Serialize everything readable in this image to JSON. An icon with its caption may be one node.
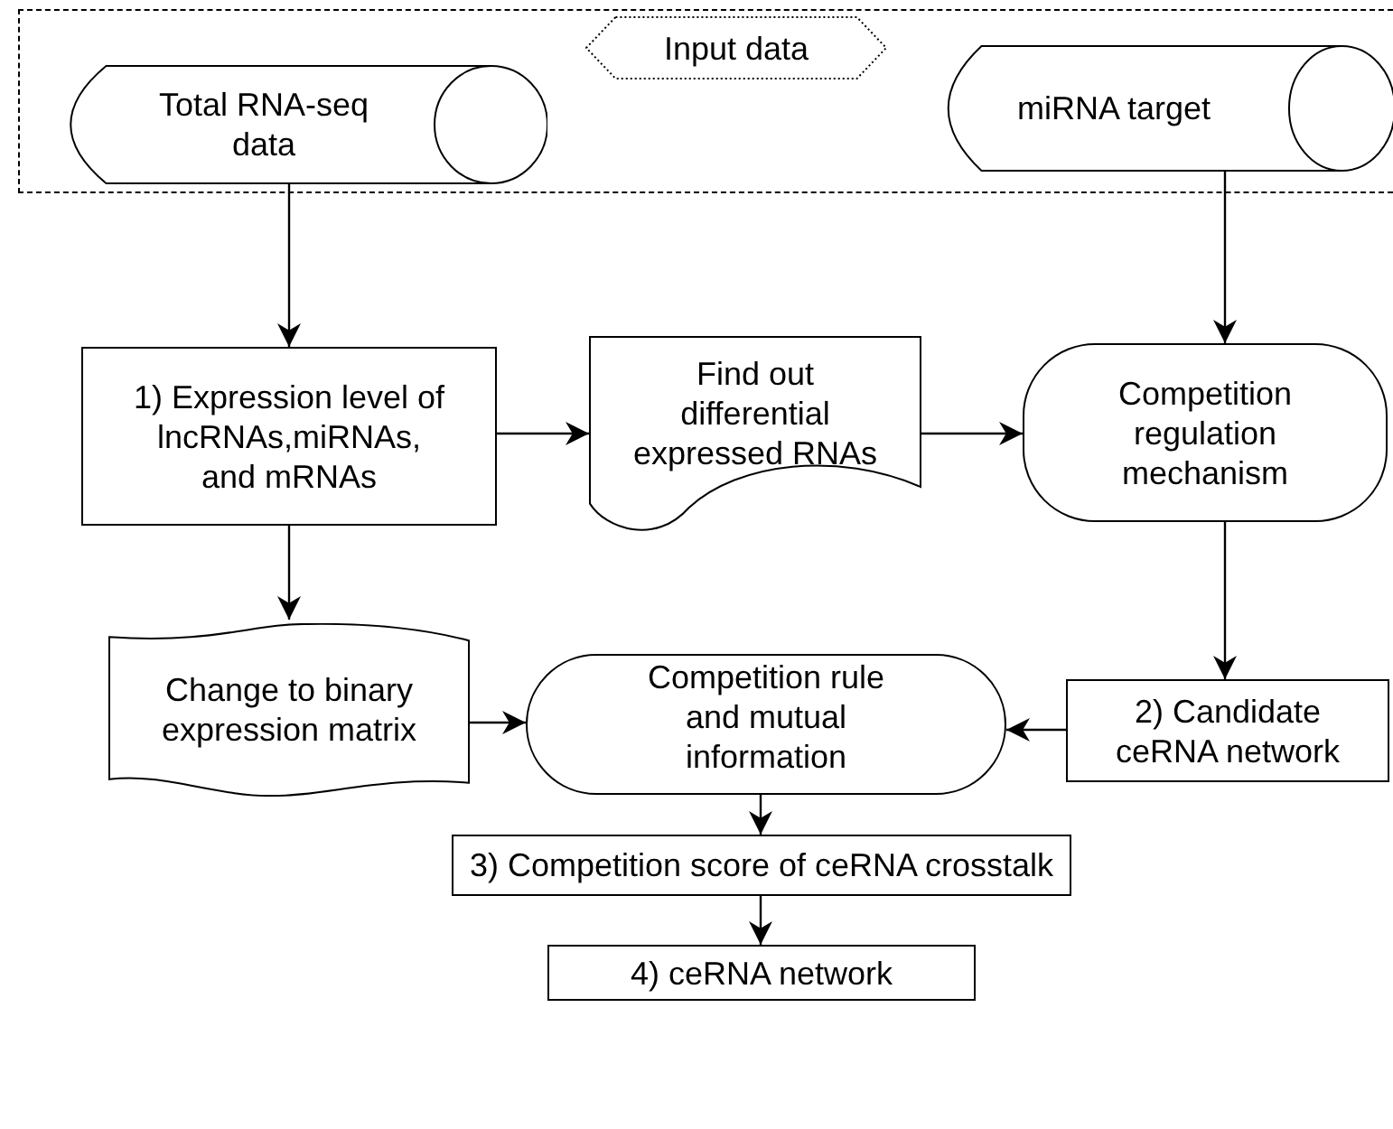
{
  "diagram": {
    "nodes": [
      {
        "text": [],
        "shape": "box"
      },
      {
        "text": [
          "Input data"
        ],
        "in": 0
      },
      {
        "text": [
          "Total RNA-seq data"
        ],
        "in": 0
      },
      {
        "text": [
          "miRNA target"
        ],
        "in": 0
      },
      {
        "text": [
          "1) Expression level of lncRNAs,miRNAs, and mRNAs"
        ]
      },
      {
        "text": [
          "Find out differential expressed RNAs"
        ]
      },
      {
        "text": [
          "Competition regulation mechanism"
        ]
      },
      {
        "text": [
          "Change to binary expression matrix"
        ]
      },
      {
        "text": [
          "Competition rule and mutual information"
        ]
      },
      {
        "text": [
          "2) Candidate ceRNA network"
        ]
      },
      {
        "text": [
          "3) Competition score of ceRNA crosstalk"
        ]
      },
      {
        "text": [
          "4) ceRNA network"
        ]
      }
    ],
    "edges": [
      {
        "from": 2,
        "to": 4,
        "arrow": "to"
      },
      {
        "from": 3,
        "to": 6,
        "arrow": "to"
      },
      {
        "from": 4,
        "to": 5,
        "arrow": "to"
      },
      {
        "from": 5,
        "to": 6,
        "arrow": "to"
      },
      {
        "from": 4,
        "to": 7,
        "arrow": "to"
      },
      {
        "from": 6,
        "to": 9,
        "arrow": "to"
      },
      {
        "from": 7,
        "to": 8,
        "arrow": "to"
      },
      {
        "from": 9,
        "to": 8,
        "arrow": "to"
      },
      {
        "from": 8,
        "to": 10,
        "arrow": "to"
      },
      {
        "from": 10,
        "to": 11,
        "arrow": "to"
      }
    ]
  }
}
